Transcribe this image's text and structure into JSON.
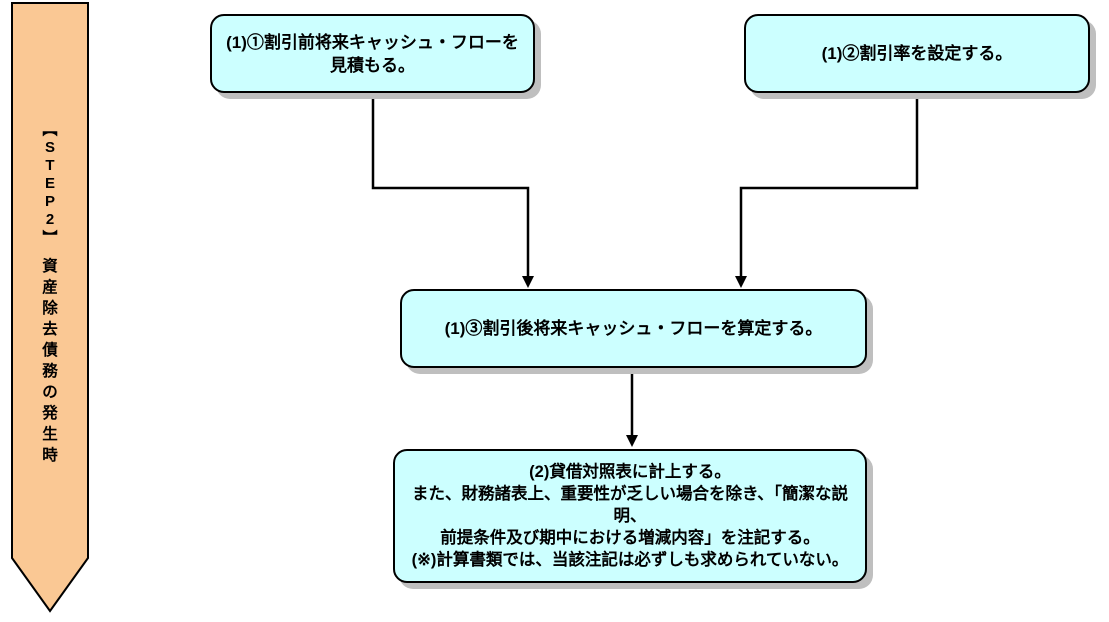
{
  "banner": {
    "step": "【STEP2】",
    "label": "資産除去債務の発生時"
  },
  "flow": {
    "box1_text": "(1)①割引前将来キャッシュ・フローを\n見積もる。",
    "box2_text": "(1)②割引率を設定する。",
    "box3_text": "(1)③割引後将来キャッシュ・フローを算定する。",
    "box4_text": "(2)貸借対照表に計上する。\nまた、財務諸表上、重要性が乏しい場合を除き、「簡潔な説明、\n前提条件及び期中における増減内容」を注記する。\n(※)計算書類では、当該注記は必ずしも求められていない。"
  },
  "colors": {
    "background": "#FFFFFF",
    "box_fill": "#CCFFFF",
    "box_border": "#000000",
    "banner_fill": "#FAC894",
    "shadow": "#BFBFBF",
    "connector": "#000000"
  }
}
